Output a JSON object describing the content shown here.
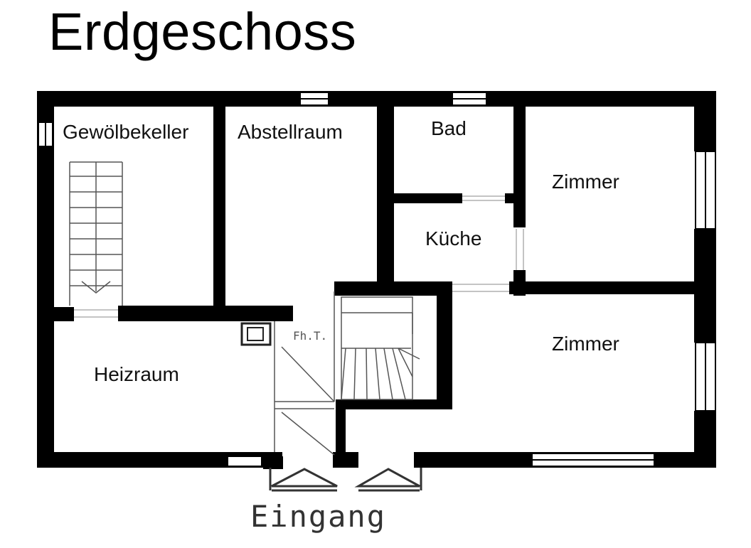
{
  "plan": {
    "title": "Erdgeschoss",
    "rooms": {
      "gewoelbekeller": "Gewölbekeller",
      "abstellraum": "Abstellraum",
      "bad": "Bad",
      "kueche": "Küche",
      "zimmer_top": "Zimmer",
      "zimmer_bottom": "Zimmer",
      "heizraum": "Heizraum"
    },
    "annotation_stairs": "Fh.T.",
    "entrance": "Eingang",
    "colors": {
      "wall": "#000000",
      "paper": "#ffffff",
      "sketch": "#555555"
    }
  }
}
